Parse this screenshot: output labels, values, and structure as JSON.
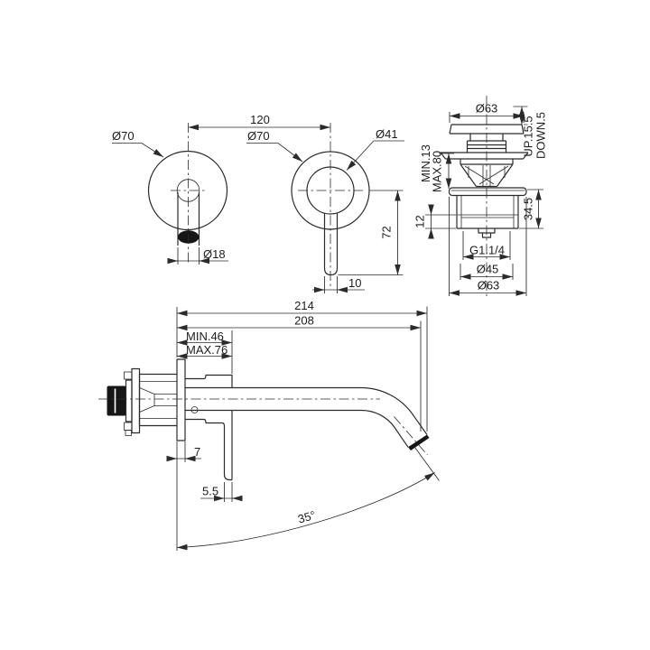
{
  "drawing_title": "wall-mounted-basin-mixer-technical-drawing",
  "views": {
    "spout_front": {
      "outer_dia": "Ø70",
      "spout_dia": "Ø18"
    },
    "handle_front": {
      "outer_dia": "Ø70",
      "handle_dia": "Ø41",
      "center_distance": "120",
      "lever_drop": "72",
      "lever_width": "10"
    },
    "drain": {
      "cap_dia": "Ø63",
      "up_travel": "UP.15.5",
      "down_travel": "DOWN.5",
      "min_deck": "MIN.13",
      "max_deck": "MAX.80",
      "body_height": "34.5",
      "thread_exposed": "12",
      "thread_size": "G1.1/4",
      "waste_dia": "Ø45",
      "flange_dia": "Ø63"
    },
    "side": {
      "overall_length": "214",
      "spout_reach": "208",
      "min_recess": "MIN.46",
      "max_recess": "MAX.76",
      "plate_thickness": "7",
      "lever_gap": "5.5",
      "spout_angle": "35°"
    }
  }
}
